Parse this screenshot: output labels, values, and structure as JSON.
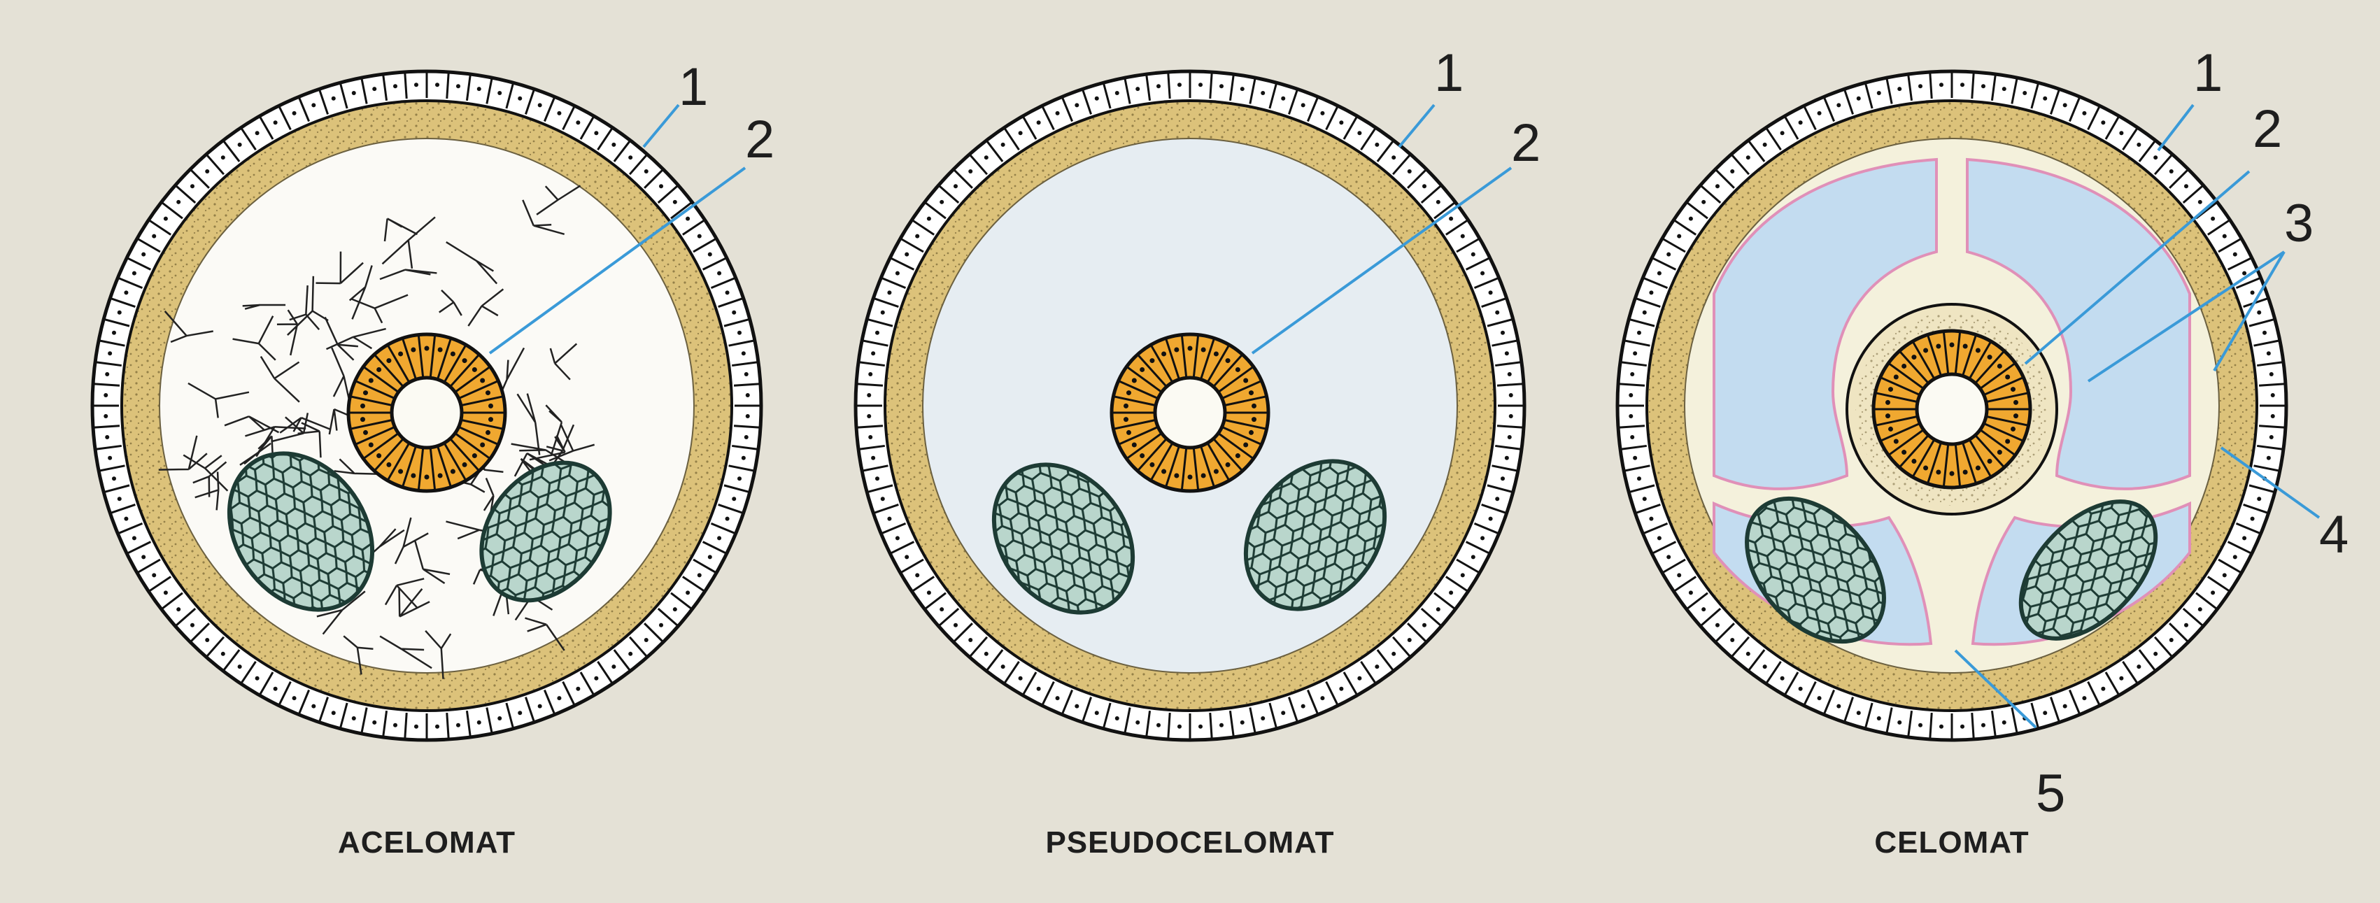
{
  "panels": [
    {
      "caption": "ACELOMAT",
      "labels": [
        "1",
        "2"
      ]
    },
    {
      "caption": "PSEUDOCELOMAT",
      "labels": [
        "1",
        "2"
      ]
    },
    {
      "caption": "CELOMAT",
      "labels": [
        "1",
        "2",
        "3",
        "4",
        "5"
      ]
    }
  ],
  "colors": {
    "background": "#e4e1d6",
    "epidermis_cells": "#ffffff",
    "muscle_layer": "#dcc27a",
    "gut_cells": "#f0a830",
    "gonads": "#b9d6cc",
    "pseudocoel": "#e6edf2",
    "coelom": "#c3dcf0",
    "peritoneum": "#e090b8",
    "leader_lines": "#3a9ad8"
  }
}
